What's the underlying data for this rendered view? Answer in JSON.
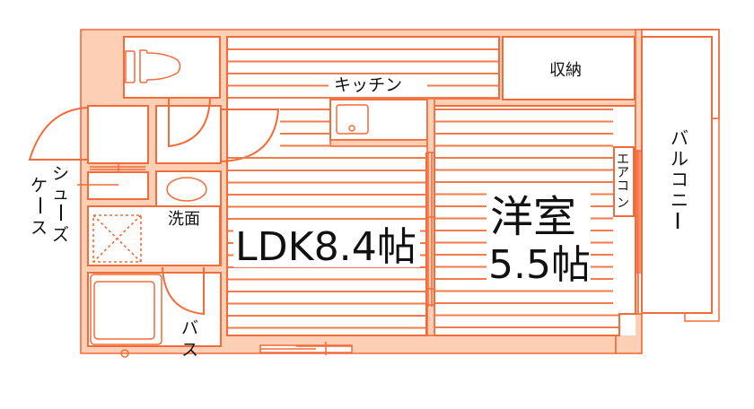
{
  "colors": {
    "wall_fill": "#fdd0b5",
    "stroke": "#f26b3a",
    "floor_line": "#f37a4a",
    "text": "#111111",
    "background": "#ffffff"
  },
  "rooms": {
    "kitchen": {
      "label": "キッチン"
    },
    "storage": {
      "label": "収納"
    },
    "balcony": {
      "label_chars": [
        "バ",
        "ル",
        "コ",
        "ニ",
        "ー"
      ]
    },
    "aircon": {
      "label_chars": [
        "エ",
        "ア",
        "コ",
        "ン"
      ]
    },
    "western_room": {
      "name": "洋室",
      "size": "5.5帖"
    },
    "ldk": {
      "label": "LDK8.4帖"
    },
    "washroom": {
      "label": "洗面"
    },
    "bath": {
      "label_chars": [
        "バ",
        "ス"
      ]
    },
    "shoe_case": {
      "col1_chars": [
        "シ",
        "ュ",
        "ー",
        "ズ"
      ],
      "col2_chars": [
        "ケ",
        "ー",
        "ス"
      ]
    }
  }
}
